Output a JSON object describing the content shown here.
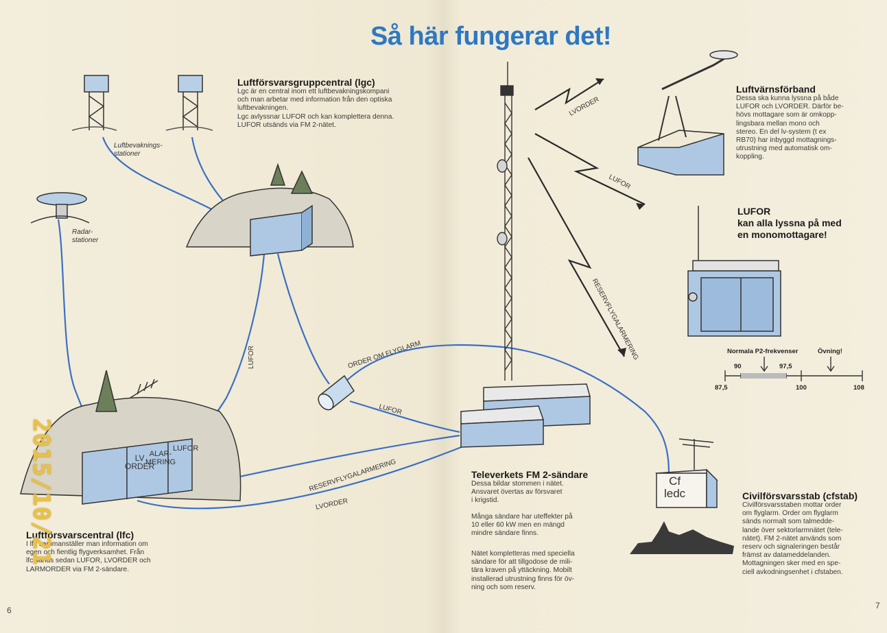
{
  "title": "Så här fungerar det!",
  "lgc": {
    "heading": "Luftförsvarsgruppcentral (lgc)",
    "text": "Lgc är en central inom ett luftbevakningskompani och man arbetar med information från den optiska luftbevakningen.\nLgc avlyssnar LUFOR och kan komplettera denna. LUFOR utsänds via FM 2-nätet."
  },
  "labels": {
    "luftbevakning": "Luftbevaknings-\nstationer",
    "radar": "Radar-\nstationer",
    "lufor_vertical": "LUFOR",
    "order_om_flyglarm": "ORDER OM FLYGLARM",
    "lufor_mid": "LUFOR",
    "reservflyg_left": "RESERVFLYGALARMERING",
    "lvorder_left": "LVORDER",
    "lvorder_top": "LVORDER",
    "lufor_top": "LUFOR",
    "reservflyg_right": "RESERVFLYGALARMERING",
    "bunker_lv": "LV\nORDER",
    "bunker_alar": "ALAR-\nMERING",
    "bunker_lufor": "LUFOR",
    "cf_box": "Cf\nledc"
  },
  "lfc": {
    "heading": "Luftförsvarscentral (lfc)",
    "text": "I lfc sammanställer man information om egen och fientlig flygverksamhet. Från lfc sänds sedan LUFOR, LVORDER och LARMORDER via FM 2-sändare."
  },
  "televerket": {
    "heading": "Televerkets FM 2-sändare",
    "text1": "Dessa bildar stommen i nätet.\nAnsvaret övertas av försvaret\ni krigstid.",
    "text2": "Många sändare har uteffekter på\n10 eller 60 kW men en mängd\nmindre sändare finns.",
    "text3": "Nätet kompletteras med speciella\nsändare för att tillgodose de mili-\ntära kraven på yttäckning. Mobilt\ninstallerad utrustning finns för öv-\nning och som reserv."
  },
  "luftvarn": {
    "heading": "Luftvärnsförband",
    "text": "Dessa ska kunna lyssna på både\nLUFOR och LVORDER. Därför be-\nhövs mottagare som är omkopp-\nlingsbara mellan mono och\nstereo. En del lv-system (t ex\nRB70) har inbyggd mottagnings-\nutrustning med automatisk om-\nkoppling."
  },
  "lufor_radio": {
    "heading": "LUFOR\nkan alla lyssna på med\nen monomottagare!"
  },
  "scale": {
    "normala": "Normala P2-frekvenser",
    "ovning": "Övning!",
    "t90": "90",
    "t975": "97,5",
    "t875": "87,5",
    "t100": "100",
    "t108": "108"
  },
  "cfstab": {
    "heading": "Civilförsvarsstab (cfstab)",
    "text": "Civilförsvarsstaben mottar order\nom flyglarm. Order om flyglarm\nsänds normalt som talmedde-\nlande över sektorlarmnätet (tele-\nnätet). FM 2-nätet används som\nreserv och signaleringen består\nfrämst av datameddelanden.\nMottagningen sker med en spe-\nciell avkodningsenhet i cfstaben."
  },
  "date_stamp": "2015/10/21",
  "page_left": "6",
  "page_right": "7",
  "colors": {
    "title": "#2d78c2",
    "line": "#3a6fc4",
    "box": "#aec8e4",
    "stamp": "#e8c14a"
  }
}
